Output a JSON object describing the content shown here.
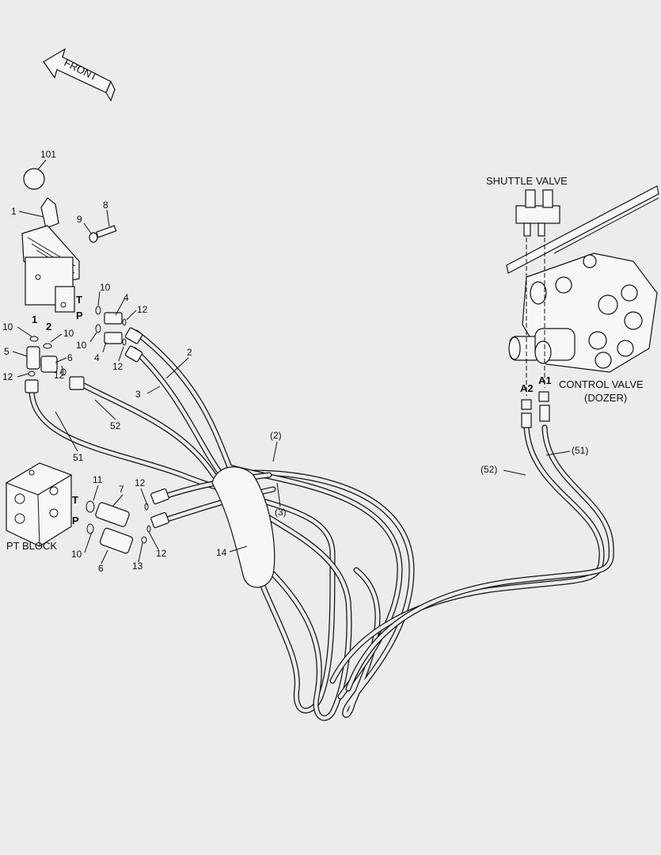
{
  "direction_arrow": {
    "label": "FRONT"
  },
  "titles": {
    "shuttle_valve": "SHUTTLE VALVE",
    "control_valve_line1": "CONTROL VALVE",
    "control_valve_line2": "(DOZER)",
    "pt_block": "PT BLOCK"
  },
  "ports": {
    "joystick_t": "T",
    "joystick_p": "P",
    "joystick_1": "1",
    "joystick_2": "2",
    "pt_t": "T",
    "pt_p": "P",
    "valve_a2": "A2",
    "valve_a1": "A1"
  },
  "callouts": {
    "c101": "101",
    "c1": "1",
    "c9": "9",
    "c8": "8",
    "c10_a": "10",
    "c4_a": "4",
    "c12_a": "12",
    "c10_b": "10",
    "c4_b": "4",
    "c12_b": "12",
    "c10_c": "10",
    "c10_d": "10",
    "c5": "5",
    "c6_a": "6",
    "c12_c": "12",
    "c12_d": "12",
    "c2": "2",
    "c3": "3",
    "c52": "52",
    "c51": "51",
    "c2p": "(2)",
    "c3p": "(3)",
    "c11": "11",
    "c7": "7",
    "c12_e": "12",
    "c10_e": "10",
    "c6_b": "6",
    "c13": "13",
    "c12_f": "12",
    "c14": "14",
    "c51p": "(51)",
    "c52p": "(52)"
  }
}
